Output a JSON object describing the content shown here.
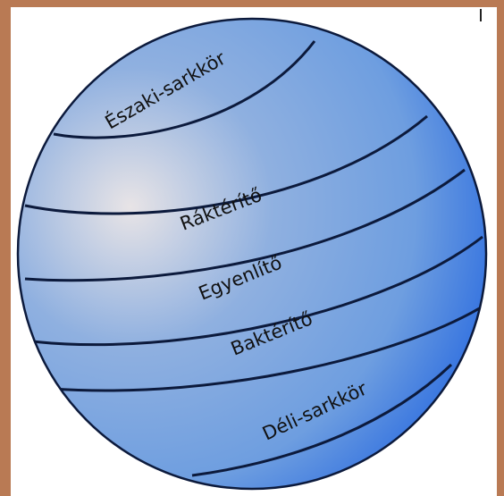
{
  "colors": {
    "frame_background": "#b97a54",
    "globe_highlight": "#e8e4e6",
    "globe_mid": "#6e9ee0",
    "globe_edge": "#1e62e0",
    "lines": "#0c1a3c"
  },
  "labels": {
    "arctic_circle": "Északi-sarkkör",
    "tropic_of_cancer": "Ráktérítő",
    "equator": "Egyenlítő",
    "tropic_of_capricorn": "Baktérítő",
    "antarctic_circle": "Déli-sarkkör"
  }
}
